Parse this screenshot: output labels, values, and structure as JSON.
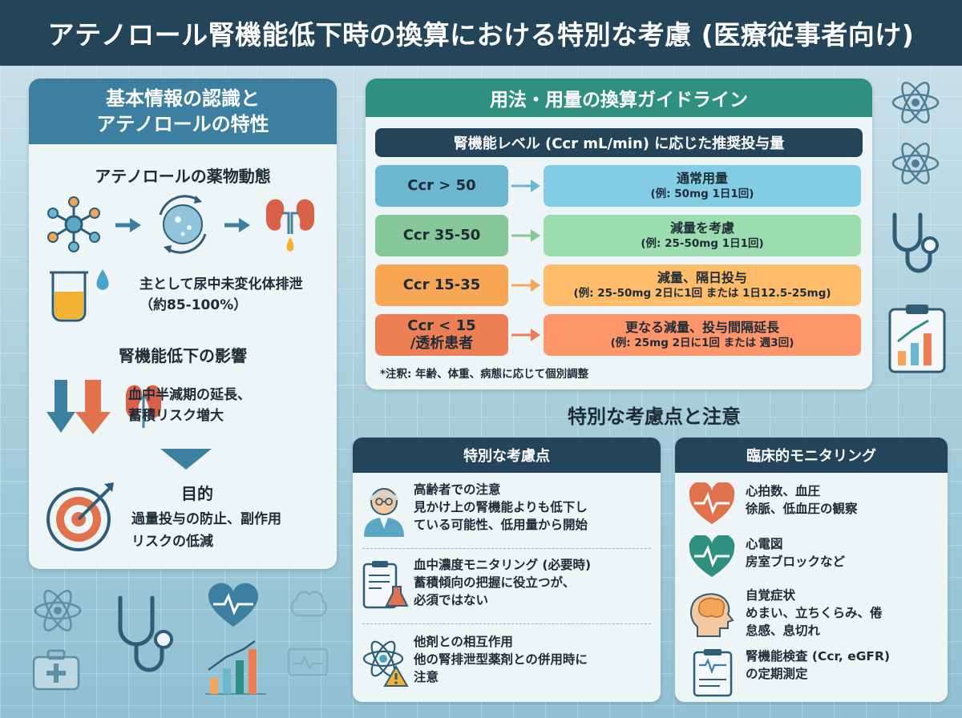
{
  "title": "アテノロール腎機能低下時の換算における特別な考慮 (医療従事者向け)",
  "left_panel": {
    "heading_line1": "基本情報の認識と",
    "heading_line2": "アテノロールの特性",
    "pk_title": "アテノロールの薬物動態",
    "excretion_line1": "主として尿中未変化体排泄",
    "excretion_line2": "（約85-100%）",
    "impact_title": "腎機能低下の影響",
    "impact_line1": "血中半減期の延長、",
    "impact_line2": "蓄積リスク増大",
    "goal_title": "目的",
    "goal_line1": "過量投与の防止、副作用",
    "goal_line2": "リスクの低減"
  },
  "guide_panel": {
    "heading": "用法・用量の換算ガイドライン",
    "level_label": "腎機能レベル (Ccr mL/min) に応じた推奨投与量",
    "rows": [
      {
        "ccr_line1": "Ccr > 50",
        "ccr_line2": "",
        "dose": "通常用量",
        "example": "(例: 50mg 1日1回)",
        "color": "#6db6cf"
      },
      {
        "ccr_line1": "Ccr 35-50",
        "ccr_line2": "",
        "dose": "減量を考慮",
        "example": "(例: 25-50mg 1日1回)",
        "color": "#86c79a"
      },
      {
        "ccr_line1": "Ccr 15-35",
        "ccr_line2": "",
        "dose": "減量、隔日投与",
        "example": "(例: 25-50mg 2日に1回 または 1日12.5-25mg)",
        "color": "#f6a655"
      },
      {
        "ccr_line1": "Ccr < 15",
        "ccr_line2": "/透析患者",
        "dose": "更なる減量、投与間隔延長",
        "example": "(例: 25mg 2日に1回 または 週3回)",
        "color": "#ec7f55"
      }
    ],
    "note": "*注釈: 年齢、体重、病態に応じて個別調整"
  },
  "section_title": "特別な考慮点と注意",
  "considerations": {
    "heading": "特別な考慮点",
    "items": [
      {
        "title": "高齢者での注意",
        "line1": "見かけ上の腎機能よりも低下し",
        "line2": "ている可能性、低用量から開始"
      },
      {
        "title": "血中濃度モニタリング (必要時)",
        "line1": "蓄積傾向の把握に役立つが、",
        "line2": "必須ではない"
      },
      {
        "title": "他剤との相互作用",
        "line1": "他の腎排泄型薬剤との併用時に",
        "line2": "注意"
      }
    ]
  },
  "monitoring": {
    "heading": "臨床的モニタリング",
    "items": [
      {
        "title": "心拍数、血圧",
        "line1": "徐脈、低血圧の観察",
        "line2": ""
      },
      {
        "title": "心電図",
        "line1": "房室ブロックなど",
        "line2": ""
      },
      {
        "title": "自覚症状",
        "line1": "めまい、立ちくらみ、倦",
        "line2": "怠感、息切れ"
      },
      {
        "title": "腎機能検査 (Ccr, eGFR)",
        "line1": "の定期測定",
        "line2": ""
      }
    ]
  },
  "colors": {
    "header_bg": "#24445a",
    "left_head": "#3d7fa0",
    "guide_head": "#2f9080"
  }
}
